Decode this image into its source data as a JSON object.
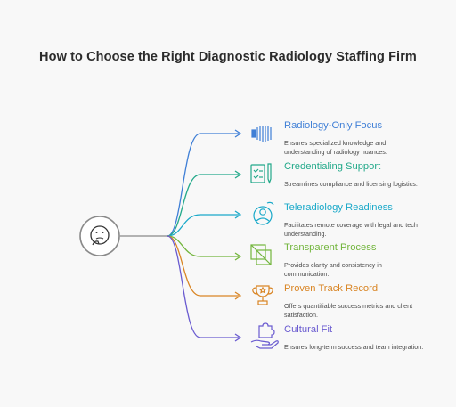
{
  "title": "How to Choose the Right Diagnostic Radiology Staffing Firm",
  "center_icon": "thinking-face-icon",
  "items": [
    {
      "title": "Radiology-Only Focus",
      "description": "Ensures specialized knowledge and understanding of radiology nuances.",
      "color": "#3f7fd6",
      "icon": "radiology-beam-icon"
    },
    {
      "title": "Credentialing Support",
      "description": "Streamlines compliance and licensing logistics.",
      "color": "#23a98a",
      "icon": "checklist-pen-icon"
    },
    {
      "title": "Teleradiology Readiness",
      "description": "Facilitates remote coverage with legal and tech understanding.",
      "color": "#1aa9c9",
      "icon": "remote-doctor-icon"
    },
    {
      "title": "Transparent Process",
      "description": "Provides clarity and consistency in communication.",
      "color": "#72b53c",
      "icon": "transparent-layers-icon"
    },
    {
      "title": "Proven Track Record",
      "description": "Offers quantifiable success metrics and client satisfaction.",
      "color": "#d98524",
      "icon": "trophy-icon"
    },
    {
      "title": "Cultural Fit",
      "description": "Ensures long-term success and team integration.",
      "color": "#6a5bd0",
      "icon": "puzzle-hand-icon"
    }
  ]
}
